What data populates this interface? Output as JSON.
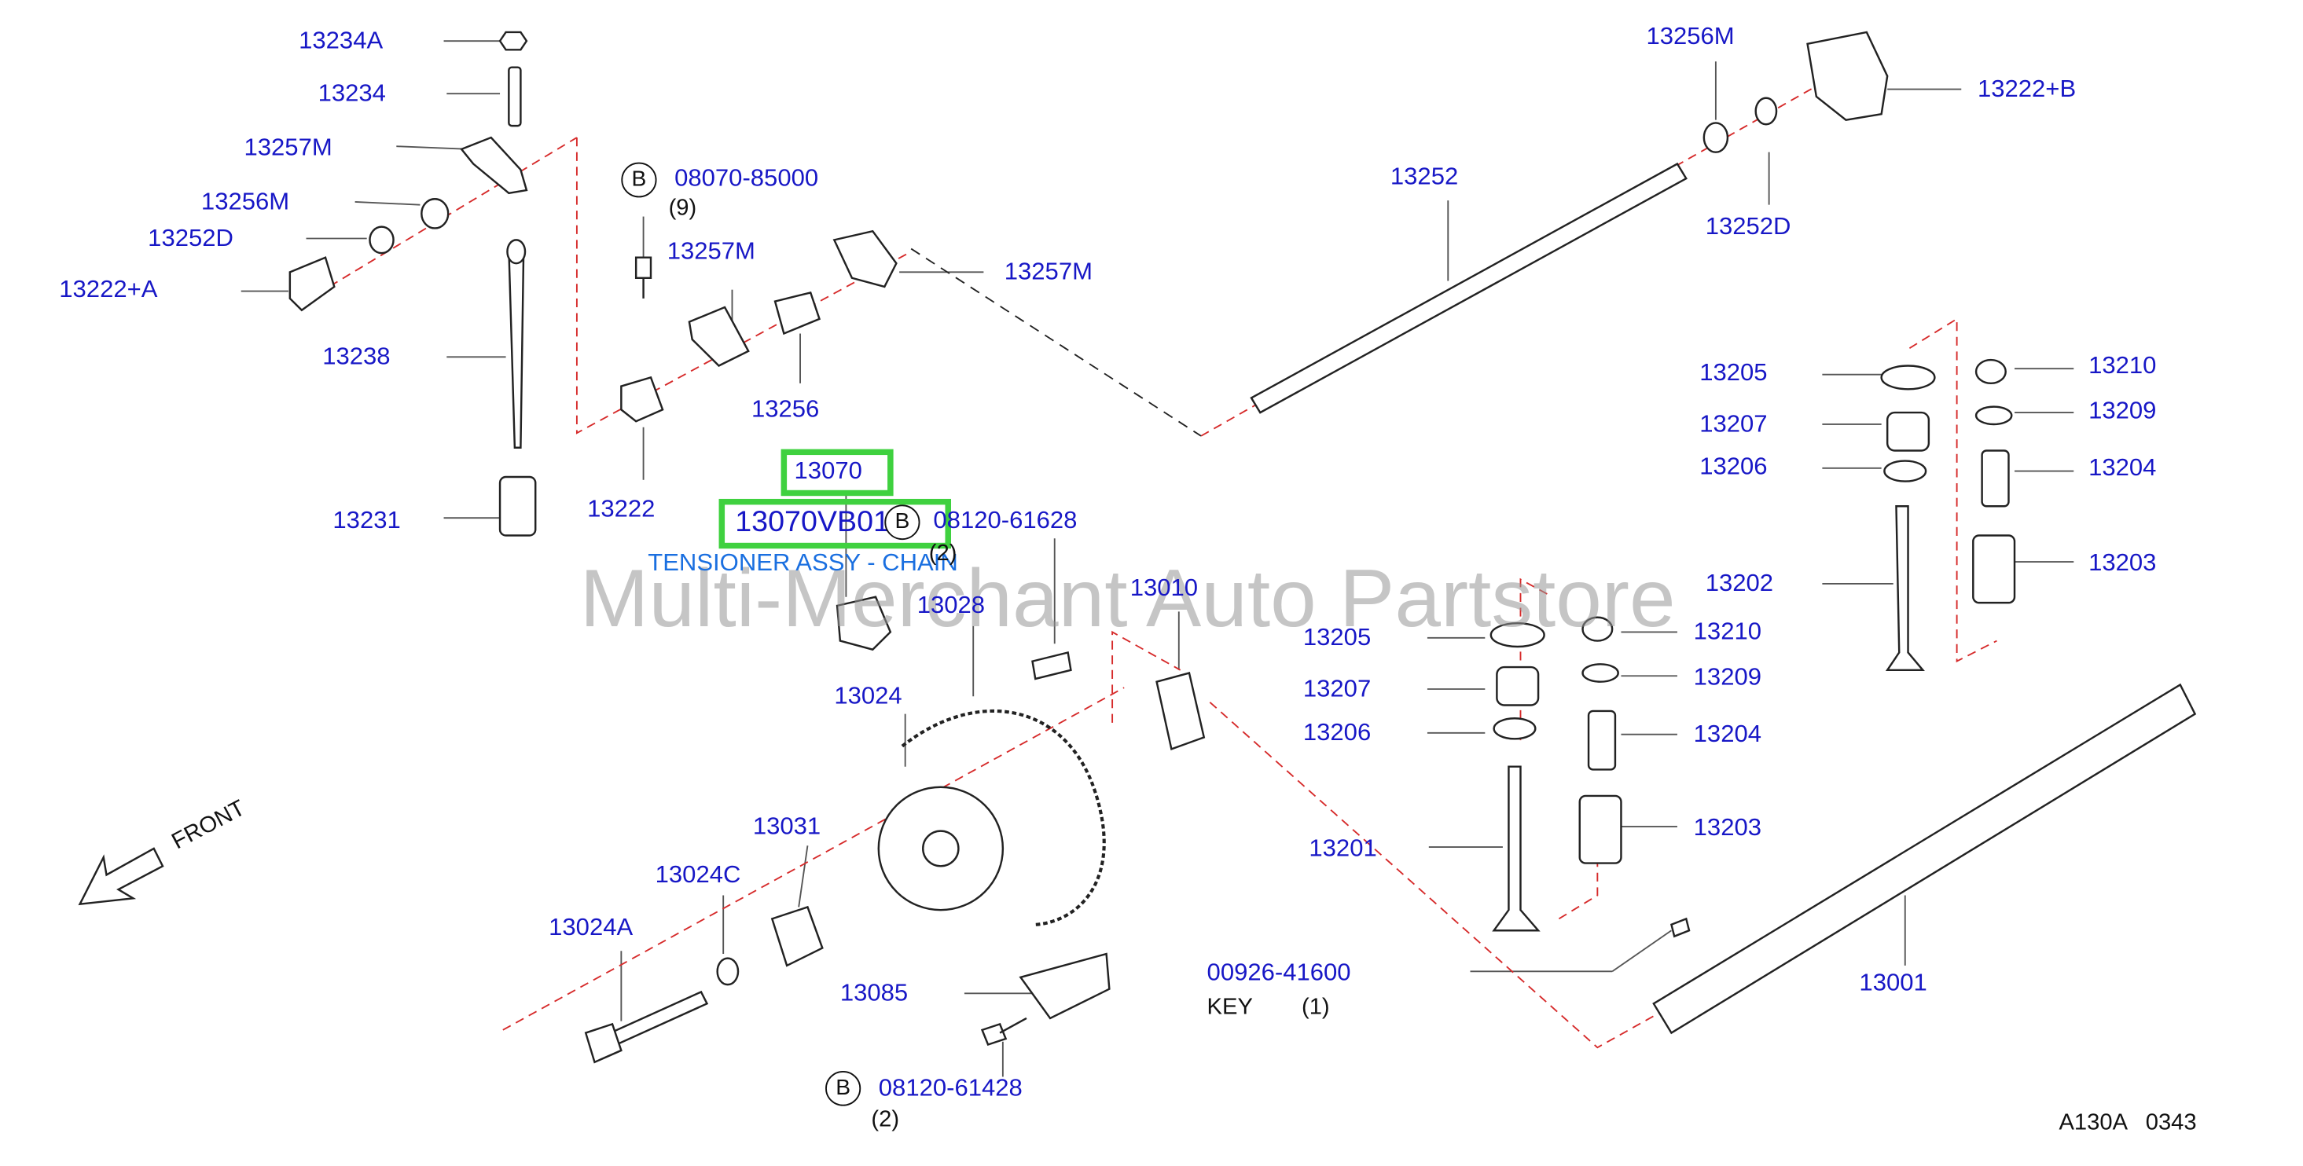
{
  "watermark": "Multi-Merchant Auto Partstore",
  "highlight": {
    "part": "13070",
    "part_full": "13070VB010",
    "description": "TENSIONER ASSY - CHAIN"
  },
  "front_label": "FRONT",
  "diagram_code": "A130A   0343",
  "key_label": "KEY",
  "bolt_badge": "B",
  "callouts": [
    {
      "id": "13234A"
    },
    {
      "id": "13234"
    },
    {
      "id": "13257M"
    },
    {
      "id": "13256M"
    },
    {
      "id": "13252D"
    },
    {
      "id": "13222+A"
    },
    {
      "id": "13238"
    },
    {
      "id": "13231"
    },
    {
      "id": "08070-85000"
    },
    {
      "id": "13257M"
    },
    {
      "id": "13256"
    },
    {
      "id": "13222"
    },
    {
      "id": "13257M"
    },
    {
      "id": "13256M"
    },
    {
      "id": "13252"
    },
    {
      "id": "13252D"
    },
    {
      "id": "13222+B"
    },
    {
      "id": "13205"
    },
    {
      "id": "13207"
    },
    {
      "id": "13206"
    },
    {
      "id": "13202"
    },
    {
      "id": "13210"
    },
    {
      "id": "13209"
    },
    {
      "id": "13204"
    },
    {
      "id": "13203"
    },
    {
      "id": "08120-61628"
    },
    {
      "id": "13028"
    },
    {
      "id": "13010"
    },
    {
      "id": "13024"
    },
    {
      "id": "13031"
    },
    {
      "id": "13024C"
    },
    {
      "id": "13024A"
    },
    {
      "id": "13085"
    },
    {
      "id": "08120-61428"
    },
    {
      "id": "13205"
    },
    {
      "id": "13207"
    },
    {
      "id": "13206"
    },
    {
      "id": "13201"
    },
    {
      "id": "13210"
    },
    {
      "id": "13209"
    },
    {
      "id": "13204"
    },
    {
      "id": "13203"
    },
    {
      "id": "00926-41600"
    },
    {
      "id": "13001"
    }
  ],
  "quantities": [
    "(9)",
    "(2)",
    "(2)",
    "(1)"
  ]
}
